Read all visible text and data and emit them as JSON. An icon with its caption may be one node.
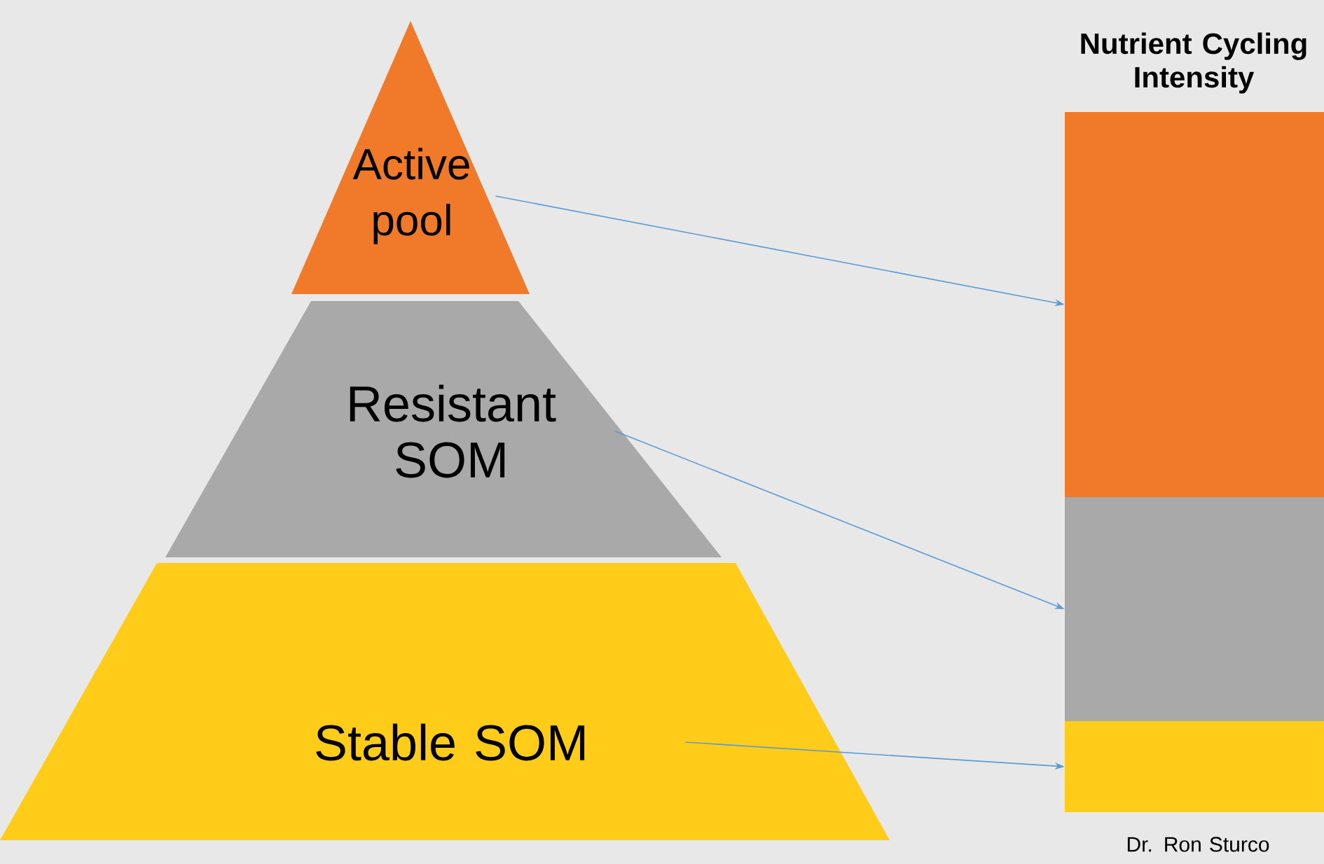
{
  "diagram": {
    "nodes": [
      {
        "text": [
          "Active pool"
        ]
      },
      {
        "text": [
          "Resistant SOM"
        ]
      },
      {
        "text": [
          "Stable SOM"
        ]
      },
      {
        "text": [],
        "shape": "bar",
        "beside": [
          "Nutrient Cycling Intensity"
        ]
      },
      {
        "text": [],
        "shape": "bar"
      },
      {
        "text": [],
        "shape": "bar"
      }
    ],
    "edges": [
      {
        "from": 0,
        "to": 3,
        "arrow": "to"
      },
      {
        "from": 1,
        "to": 4,
        "arrow": "to"
      },
      {
        "from": 2,
        "to": 5,
        "arrow": "to"
      }
    ],
    "labels": [
      "Dr. Ron Sturco"
    ]
  }
}
